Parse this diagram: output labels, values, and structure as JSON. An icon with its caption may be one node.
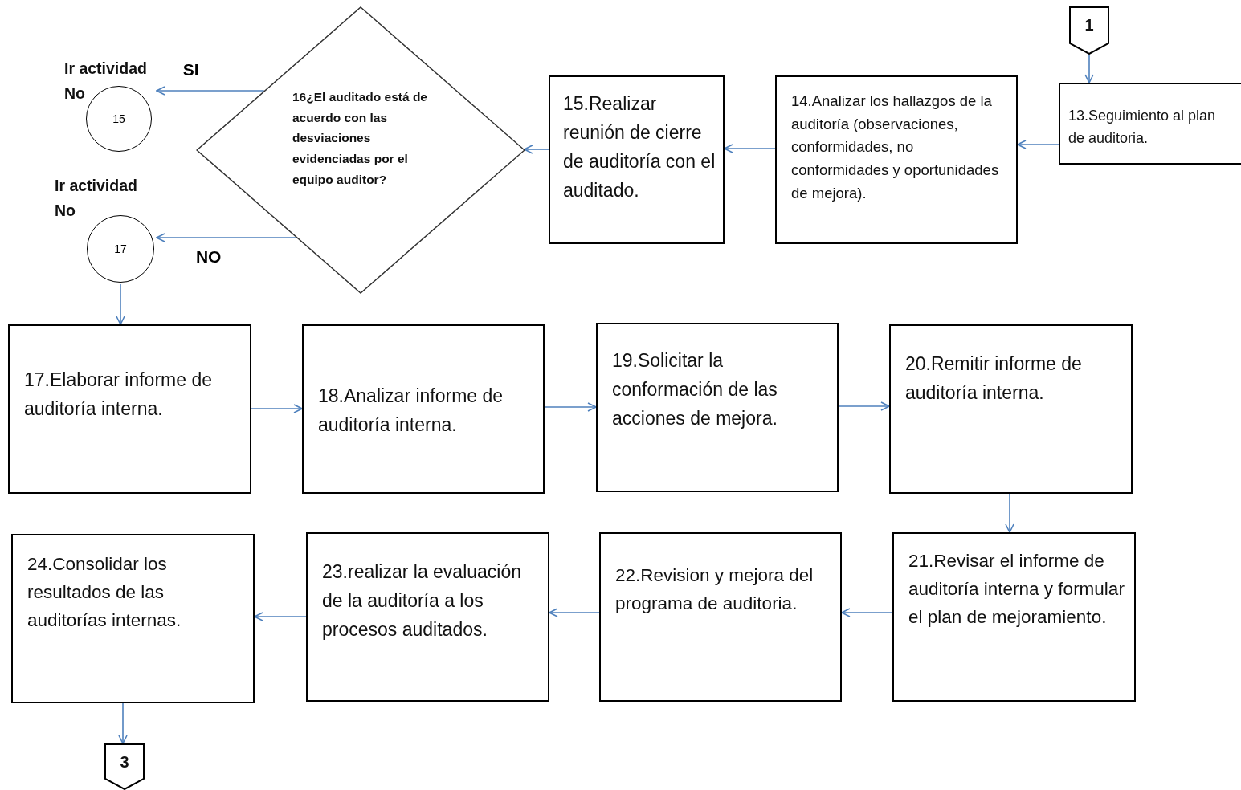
{
  "diagram": {
    "nodes": [
      {
        "text": [
          "1"
        ]
      },
      {
        "text": [
          "13.Seguimiento al plan de auditoria."
        ]
      },
      {
        "text": [
          "14.Analizar los hallazgos de la auditoría (observaciones, conformidades, no conformidades y oportunidades de mejora)."
        ]
      },
      {
        "text": [
          "15.Realizar reunión de cierre de auditoría con el auditado."
        ]
      },
      {
        "text": [
          "16¿El auditado está de acuerdo con las desviaciones evidenciadas por el equipo auditor?"
        ]
      },
      {
        "text": [
          "Ir actividad No",
          "15"
        ]
      },
      {
        "text": [
          "Ir actividad No",
          "17"
        ]
      },
      {
        "text": [
          "17.Elaborar informe de auditoría interna."
        ]
      },
      {
        "text": [
          "18.Analizar informe de auditoría interna."
        ]
      },
      {
        "text": [
          "19.Solicitar la conformación de las acciones de mejora."
        ]
      },
      {
        "text": [
          "20.Remitir informe de auditoría interna."
        ]
      },
      {
        "text": [
          "21.Revisar el informe de auditoría interna y formular el plan de mejoramiento."
        ]
      },
      {
        "text": [
          "22.Revision y mejora del programa de auditoria."
        ]
      },
      {
        "text": [
          "23.realizar la evaluación de la auditoría a los procesos auditados."
        ]
      },
      {
        "text": [
          "24.Consolidar los resultados de las auditorías internas."
        ]
      },
      {
        "text": [
          "3"
        ]
      }
    ],
    "edges": [
      {
        "from": 0,
        "to": 1,
        "arrow": "to"
      },
      {
        "from": 1,
        "to": 2,
        "arrow": "to"
      },
      {
        "from": 2,
        "to": 3,
        "arrow": "to"
      },
      {
        "from": 3,
        "to": 4,
        "arrow": "to"
      },
      {
        "from": 4,
        "to": 5,
        "arrow": "to",
        "label": "SI"
      },
      {
        "from": 4,
        "to": 6,
        "arrow": "to",
        "label": "NO"
      },
      {
        "from": 6,
        "to": 7,
        "arrow": "to"
      },
      {
        "from": 7,
        "to": 8,
        "arrow": "to"
      },
      {
        "from": 8,
        "to": 9,
        "arrow": "to"
      },
      {
        "from": 9,
        "to": 10,
        "arrow": "to"
      },
      {
        "from": 10,
        "to": 11,
        "arrow": "to"
      },
      {
        "from": 11,
        "to": 12,
        "arrow": "to"
      },
      {
        "from": 12,
        "to": 13,
        "arrow": "to"
      },
      {
        "from": 13,
        "to": 14,
        "arrow": "to"
      },
      {
        "from": 14,
        "to": 15,
        "arrow": "to"
      }
    ]
  }
}
